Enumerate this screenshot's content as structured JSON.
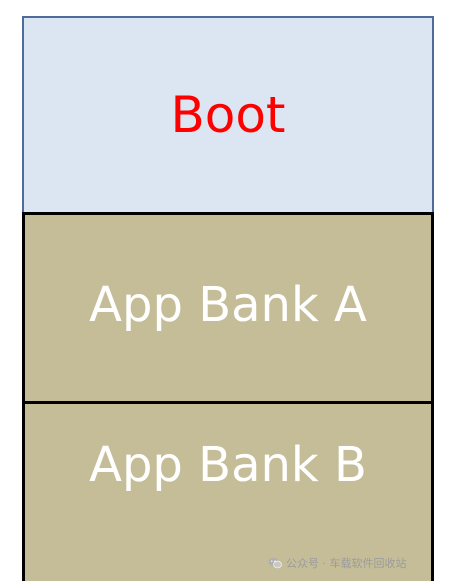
{
  "diagram": {
    "blocks": [
      {
        "id": "boot",
        "label": "Boot",
        "fill": "#dce6f2",
        "text_color": "#ff0000"
      },
      {
        "id": "bank-a",
        "label": "App Bank A",
        "fill": "#c4bd97",
        "text_color": "#ffffff"
      },
      {
        "id": "bank-b",
        "label": "App Bank B",
        "fill": "#c4bd97",
        "text_color": "#ffffff"
      }
    ]
  },
  "watermark": {
    "icon": "wechat-icon",
    "text": "公众号 · 车载软件回收站"
  }
}
